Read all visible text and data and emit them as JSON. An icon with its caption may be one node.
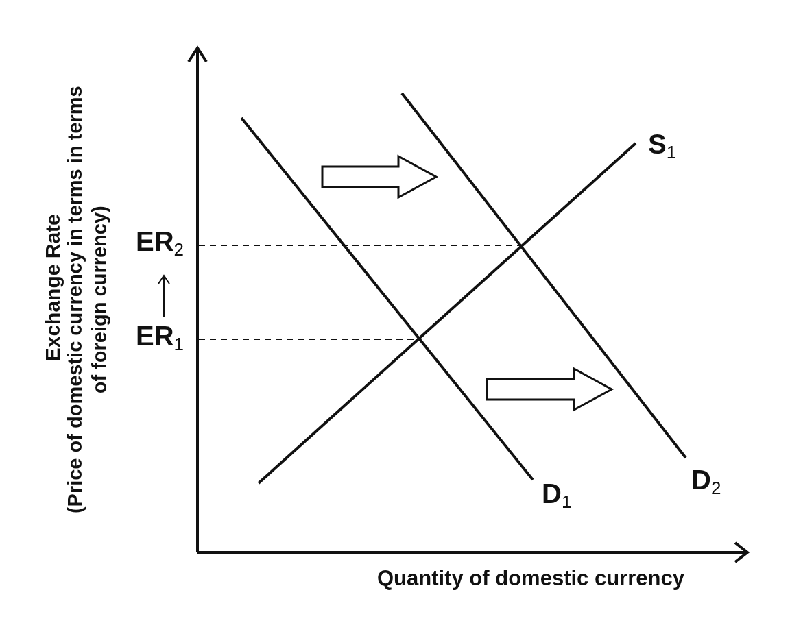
{
  "diagram": {
    "labels": [
      "Exchange Rate",
      "(Price of domestic currency in terms in terms of foreign currency)",
      "ER$_{2}$",
      "ER$_{1}$",
      "S$_{1}$",
      "D$_{1}$",
      "D$_{2}$",
      "Quantity of domestic currency"
    ]
  }
}
